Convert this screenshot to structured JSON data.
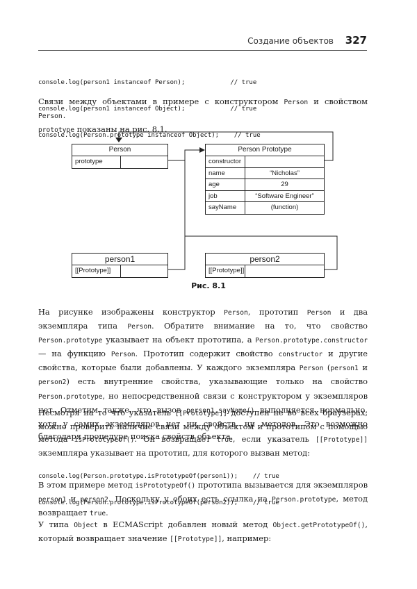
{
  "header": {
    "section": "Создание объектов",
    "page_number": "327"
  },
  "code1": [
    "console.log(person1 instanceof Person);            // true",
    "console.log(person1 instanceof Object);            // true",
    "console.log(Person.prototype instanceof Object);    // true"
  ],
  "intro": {
    "t1": "Связи между объектами в примере с конструктором ",
    "c1": "Person",
    "t2": " и свойством ",
    "c2": "Person.",
    "c3": "prototype",
    "t3": " показаны на рис. 8.1."
  },
  "figure": {
    "person": {
      "title": "Person",
      "prop": "prototype"
    },
    "proto": {
      "title": "Person Prototype",
      "rows": [
        {
          "key": "constructor",
          "value": ""
        },
        {
          "key": "name",
          "value": "“Nicholas”"
        },
        {
          "key": "age",
          "value": "29"
        },
        {
          "key": "job",
          "value": "“Software Engineer”"
        },
        {
          "key": "sayName",
          "value": "(function)"
        }
      ]
    },
    "person1": {
      "title": "person1",
      "prop": "[[Prototype]]"
    },
    "person2": {
      "title": "person2",
      "prop": "[[Prototype]]"
    },
    "caption": "Рис. 8.1"
  },
  "p1": {
    "a": "На рисунке изображены конструктор ",
    "b": "Person",
    "c": ", прототип ",
    "d": "Person",
    "e": " и два экземпляра типа ",
    "f": "Person",
    "g": ". Обратите внимание на то, что свойство ",
    "h": "Person.prototype",
    "i": " указывает на объект прототипа, а ",
    "j": "Person.prototype.constructor",
    "k": " — на функцию ",
    "l": "Person",
    "m": ". Прототип содержит свойство ",
    "n": "constructor",
    "o": " и другие свойства, которые были добавлены. У каждого экземпляра ",
    "p": "Person",
    "q": " (",
    "r": "person1",
    "s": " и ",
    "t": "person2",
    "u": ") есть внутренние свойства, указывающие только на свойство ",
    "v": "Person.prototype",
    "w": ", но непосредственной связи с конструктором у экземпляров нет. Отметим также, что вызов ",
    "x": "person1.sayName()",
    "y": " выполняется нормально, хотя у самих экземпляров нет ни свойств, ни методов. Это возможно благодаря процедуре поиска свойств объекта."
  },
  "p2": {
    "a": "Несмотря на то что указатель ",
    "b": "[[Prototype]]",
    "c": " доступен не во всех браузерах, можно проверить наличие связи между объектом и прототипом с помощью метода ",
    "d": "isPrototypeOf()",
    "e": ". Он возвращает ",
    "f": "true",
    "g": ", если указатель ",
    "h": "[[Prototype]]",
    "i": " экземпляра указывает на прототип, для которого вызван метод:"
  },
  "code2": [
    "console.log(Person.prototype.isPrototypeOf(person1));    // true",
    "console.log(Person.prototype.isPrototypeOf(person2));    // true"
  ],
  "p3": {
    "a": "В этом примере метод ",
    "b": "isPrototypeOf()",
    "c": " прототипа вызывается для экземпляров ",
    "d": "person1",
    "e": " и ",
    "f": "person2",
    "g": ". Поскольку у обоих есть ссылка на ",
    "h": "Person.prototype",
    "i": ", метод возвращает ",
    "j": "true",
    "k": "."
  },
  "p4": {
    "a": "У типа ",
    "b": "Object",
    "c": " в ECMAScript добавлен новый метод ",
    "d": "Object.getPrototypeOf()",
    "e": ", который возвращает значение ",
    "f": "[[Prototype]]",
    "g": ", например:"
  }
}
